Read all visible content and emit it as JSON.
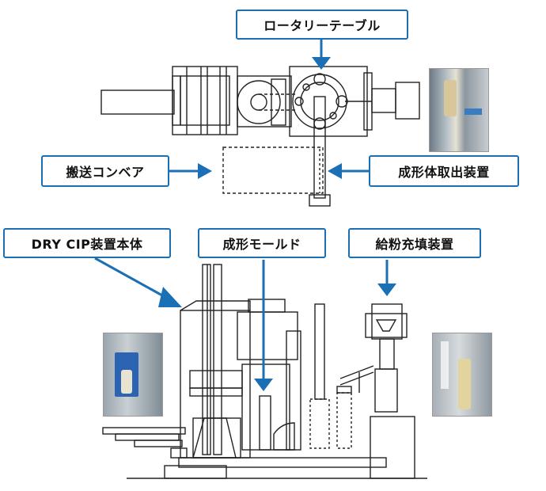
{
  "labels": {
    "rotary_table": "ロータリーテーブル",
    "conveyor": "搬送コンベア",
    "molded_removal": "成形体取出装置",
    "dry_cip_body": "DRY CIP装置本体",
    "forming_mold": "成形モールド",
    "powder_filling": "給粉充填装置"
  },
  "colors": {
    "accent": "#1a6fb5",
    "line": "#222222"
  },
  "icons": {
    "arrow": "arrow-icon"
  }
}
